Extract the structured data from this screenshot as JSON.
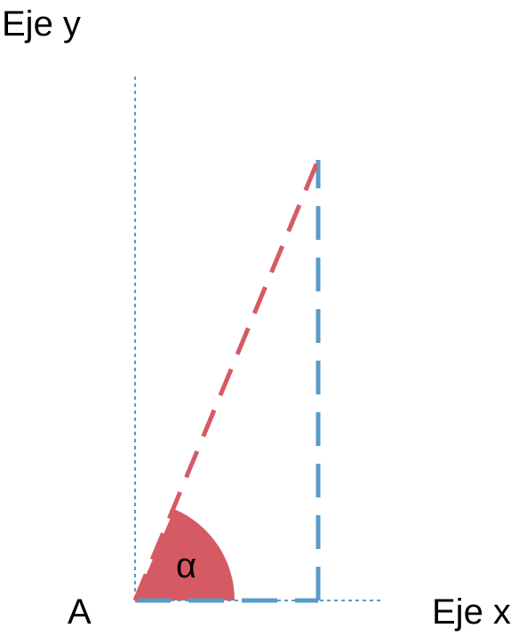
{
  "labels": {
    "y_axis": "Eje y",
    "x_axis": "Eje x",
    "origin": "A",
    "angle": "α"
  },
  "colors": {
    "axis": "#5b9bc8",
    "vector": "#d65a64",
    "angle_fill": "#d65a64",
    "text": "#000000"
  }
}
